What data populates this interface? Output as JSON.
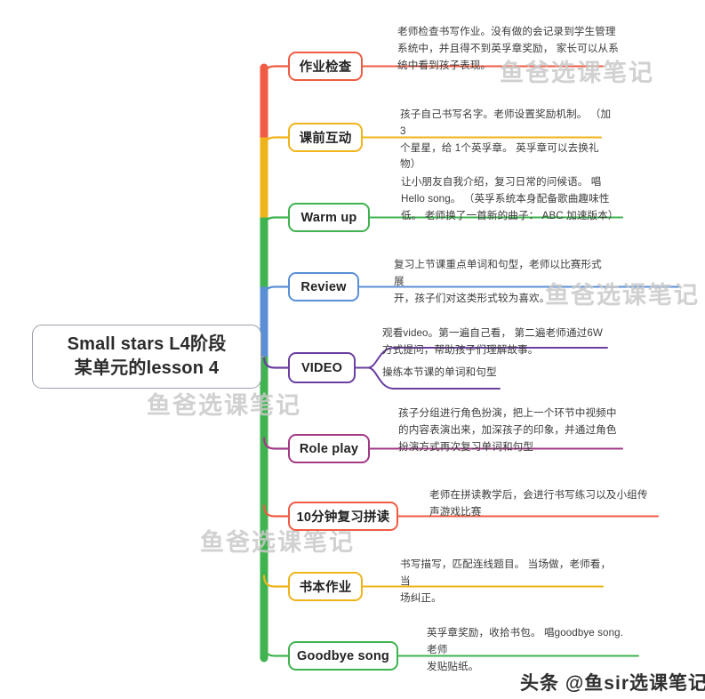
{
  "root": {
    "line1": "Small stars L4阶段",
    "line2": "某单元的lesson 4",
    "border_color": "#9aa0ab"
  },
  "branches": [
    {
      "label": "作业检查",
      "color": "#ef5b43",
      "desc": "老师检查书写作业。没有做的会记录到学生管理\n系统中，并且得不到英孚章奖励， 家长可以从系\n统中看到孩子表现。"
    },
    {
      "label": "课前互动",
      "color": "#f0b41b",
      "desc": "孩子自己书写名字。老师设置奖励机制。 （加 3\n个星星，给 1个英孚章。 英孚章可以去换礼物）"
    },
    {
      "label": "Warm up",
      "color": "#3fb34f",
      "desc": "让小朋友自我介绍，复习日常的问候语。 唱\nHello song。 （英孚系统本身配备歌曲趣味性\n低。 老师换了一首新的曲子： ABC 加速版本）"
    },
    {
      "label": "Review",
      "color": "#5a8fd6",
      "desc": "复习上节课重点单词和句型，老师以比赛形式展\n开，孩子们对这类形式较为喜欢。"
    },
    {
      "label": "VIDEO",
      "color": "#6a3fa0",
      "desc": "观看video。第一遍自己看， 第二遍老师通过6W\n方式提问，帮助孩子们理解故事。",
      "desc2": "操练本节课的单词和句型"
    },
    {
      "label": "Role play",
      "color": "#a23a86",
      "desc": "孩子分组进行角色扮演，把上一个环节中视频中\n的内容表演出来，加深孩子的印象，并通过角色\n扮演方式再次复习单词和句型"
    },
    {
      "label": "10分钟复习拼读",
      "color": "#ef5b43",
      "desc": "老师在拼读教学后，会进行书写练习以及小组传\n声游戏比赛"
    },
    {
      "label": "书本作业",
      "color": "#f0b41b",
      "desc": "书写描写，匹配连线题目。 当场做，老师看， 当\n场纠正。"
    },
    {
      "label": "Goodbye song",
      "color": "#3fb34f",
      "desc": "英孚章奖励，收拾书包。 唱goodbye song. 老师\n发贴贴纸。"
    }
  ],
  "watermarks": [
    {
      "text": "鱼爸选课笔记"
    },
    {
      "text": "鱼爸选课笔记"
    },
    {
      "text": "鱼爸选课笔记"
    },
    {
      "text": "鱼爸选课笔记"
    }
  ],
  "brand": {
    "text": "头条 @鱼sir选课笔记"
  }
}
